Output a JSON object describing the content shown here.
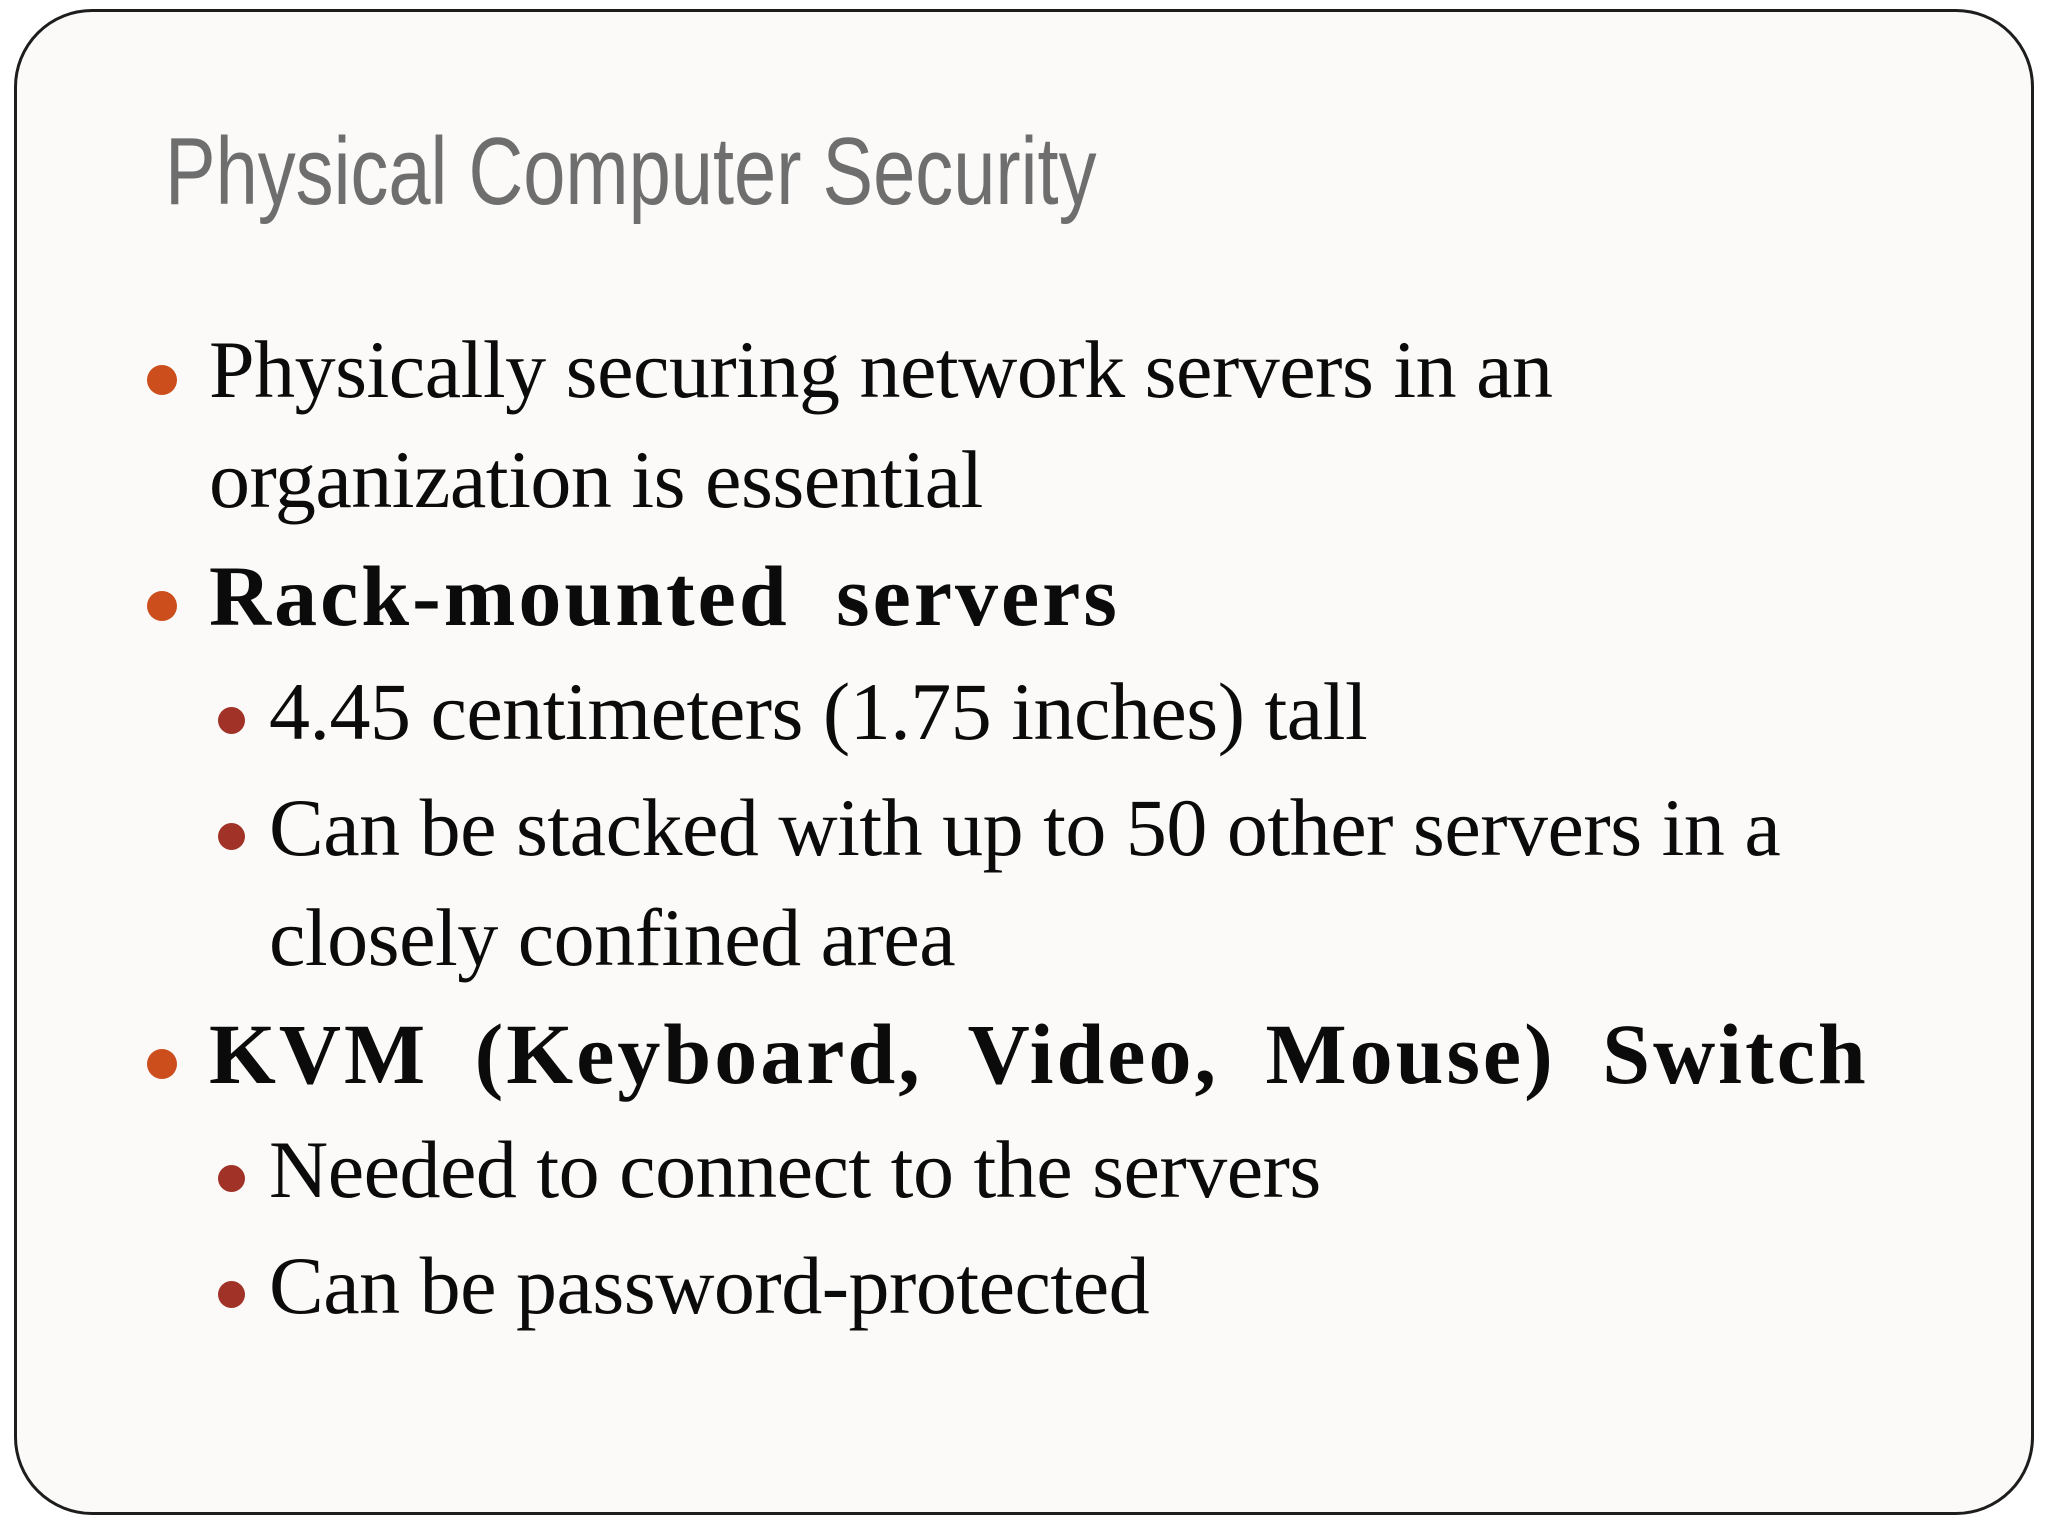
{
  "slide": {
    "title": "Physical Computer Security",
    "bullets": [
      {
        "level": 1,
        "style": "regular",
        "text": "Physically securing network servers in an\norganization is essential"
      },
      {
        "level": 1,
        "style": "bold",
        "text": "Rack-mounted servers"
      },
      {
        "level": 2,
        "style": "regular",
        "text": "4.45 centimeters (1.75 inches) tall"
      },
      {
        "level": 2,
        "style": "regular",
        "text": "Can be stacked with up to 50 other servers in a\nclosely confined area"
      },
      {
        "level": 1,
        "style": "bold",
        "text": "KVM (Keyboard, Video, Mouse) Switch"
      },
      {
        "level": 2,
        "style": "regular",
        "text": "Needed to connect to the servers"
      },
      {
        "level": 2,
        "style": "regular",
        "text": "Can be password-protected"
      }
    ],
    "colors": {
      "background": "#FBFAF9",
      "border": "#1D1D1D",
      "title": "#6E6E6E",
      "body_text": "#0B0B0B",
      "bullet_level1": "#CC4E1C",
      "bullet_level2": "#A03227"
    }
  }
}
